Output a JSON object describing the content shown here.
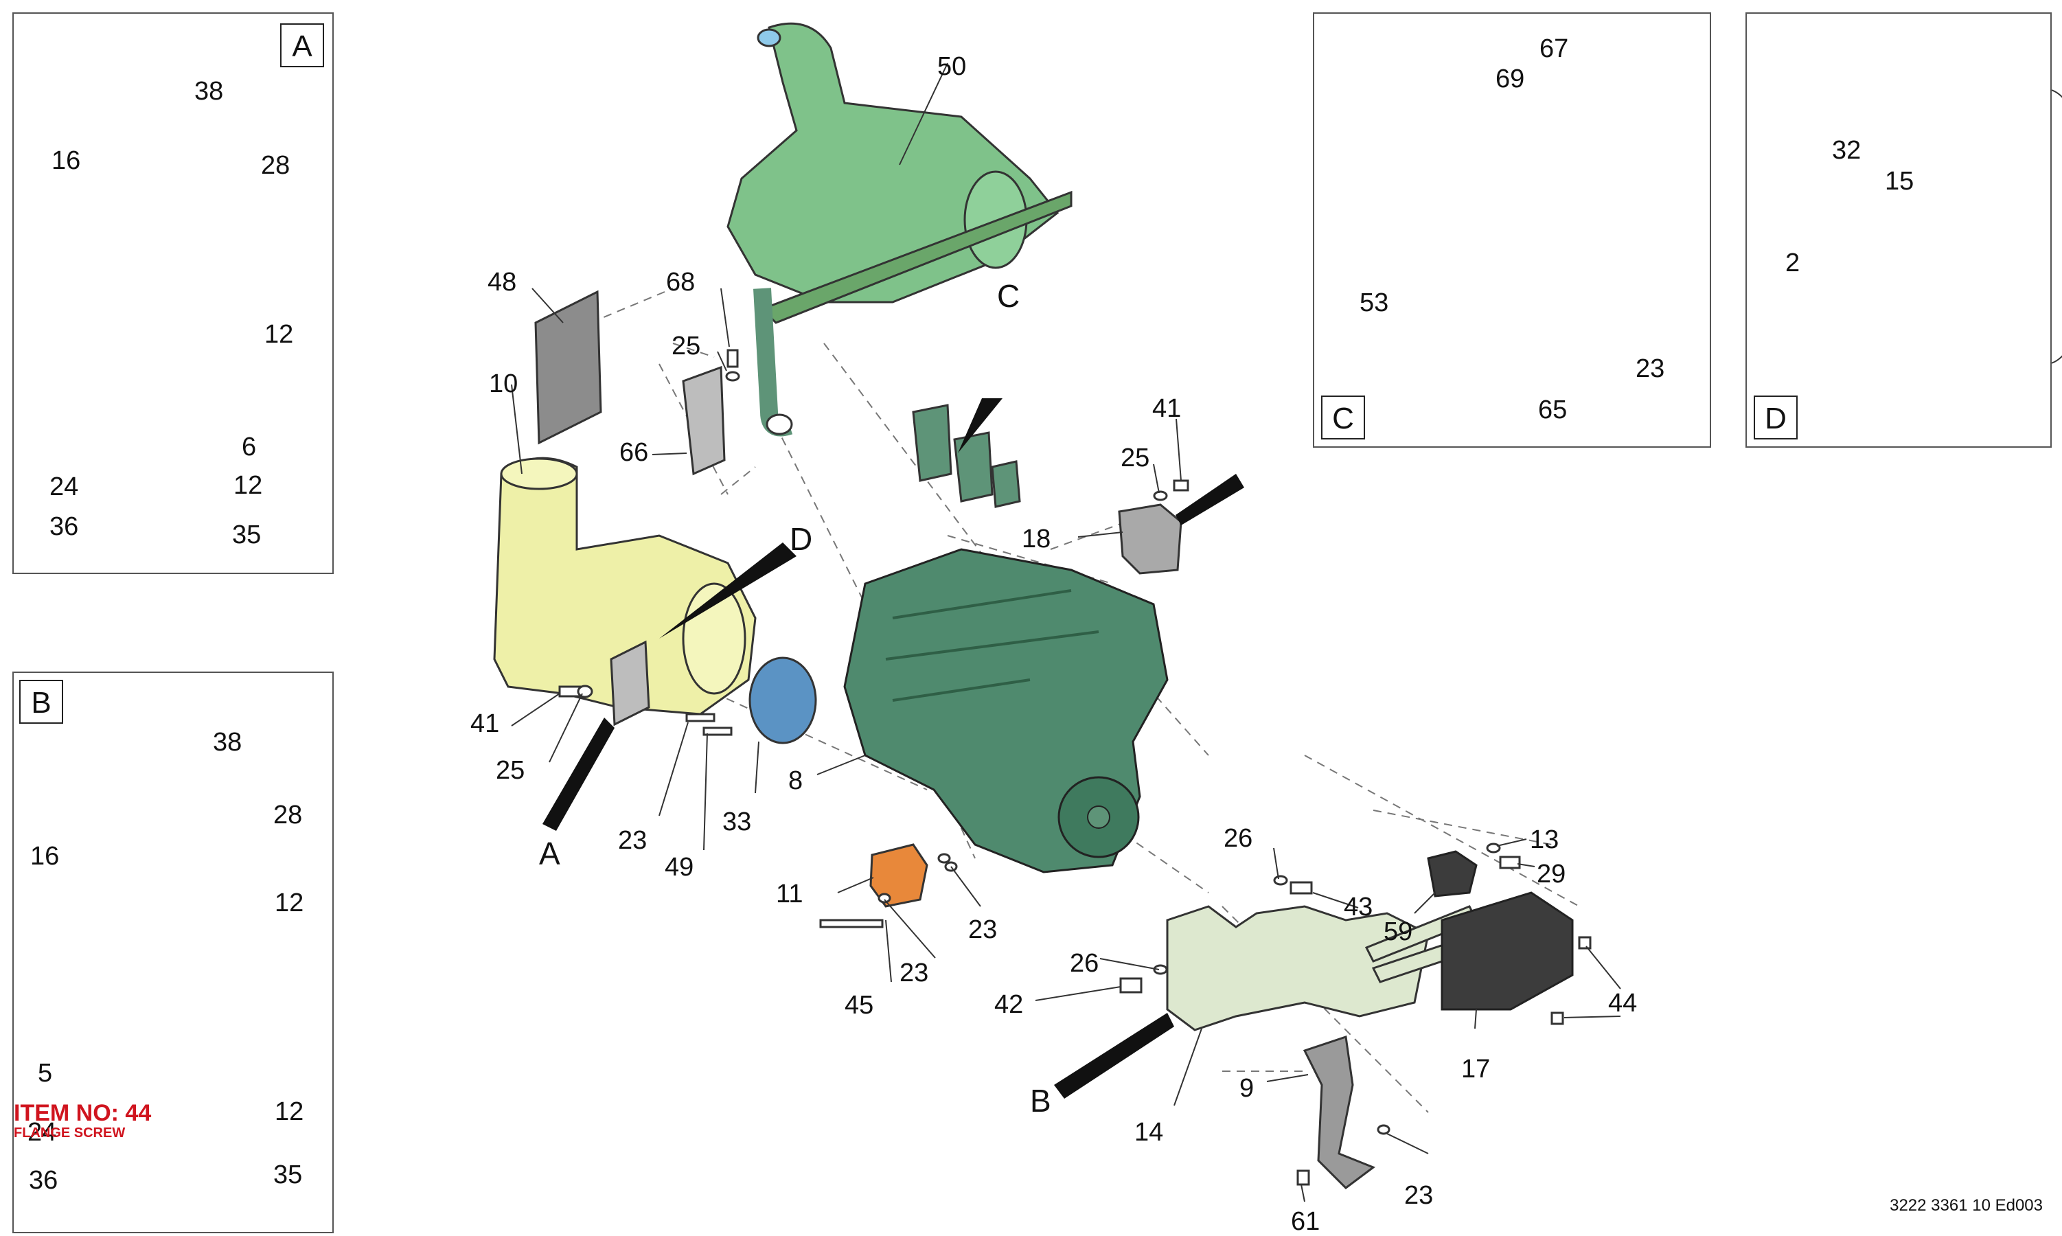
{
  "detail_boxes": [
    {
      "letter": "A",
      "callouts": [
        "38",
        "16",
        "28",
        "12",
        "6",
        "24",
        "12",
        "36",
        "35"
      ]
    },
    {
      "letter": "B",
      "callouts": [
        "38",
        "28",
        "16",
        "12",
        "5",
        "12",
        "24",
        "36",
        "35"
      ]
    },
    {
      "letter": "C",
      "callouts": [
        "67",
        "69",
        "53",
        "23",
        "65"
      ]
    },
    {
      "letter": "D",
      "callouts": [
        "32",
        "15",
        "2"
      ]
    }
  ],
  "main_callouts": [
    "50",
    "48",
    "68",
    "25",
    "10",
    "66",
    "41",
    "25",
    "18",
    "41",
    "25",
    "23",
    "49",
    "33",
    "8",
    "11",
    "23",
    "23",
    "45",
    "26",
    "13",
    "29",
    "43",
    "59",
    "44",
    "26",
    "42",
    "17",
    "9",
    "14",
    "61",
    "23"
  ],
  "view_letters": [
    "C",
    "D",
    "A",
    "B"
  ],
  "highlight": {
    "item_no": "ITEM NO: 44",
    "description": "FLANGE SCREW",
    "color": "#d0141e"
  },
  "drawing_code": "3222 3361 10 Ed003",
  "colors": {
    "green_parts": "#6aa66a",
    "dark_green_engine": "#4f8a6e",
    "yellow_parts": "#eef0a8",
    "blue_part": "#5b93c4",
    "orange_part": "#e8883a",
    "gray_parts": "#9a9a9a",
    "dark_parts": "#3c3c3c",
    "red_strip": "#d0141e"
  },
  "icons": [
    "engine-block",
    "exhaust-aftertreatment",
    "pump-assembly",
    "filter-assembly",
    "bracket",
    "bolt",
    "washer",
    "nut",
    "mount-isolator"
  ]
}
